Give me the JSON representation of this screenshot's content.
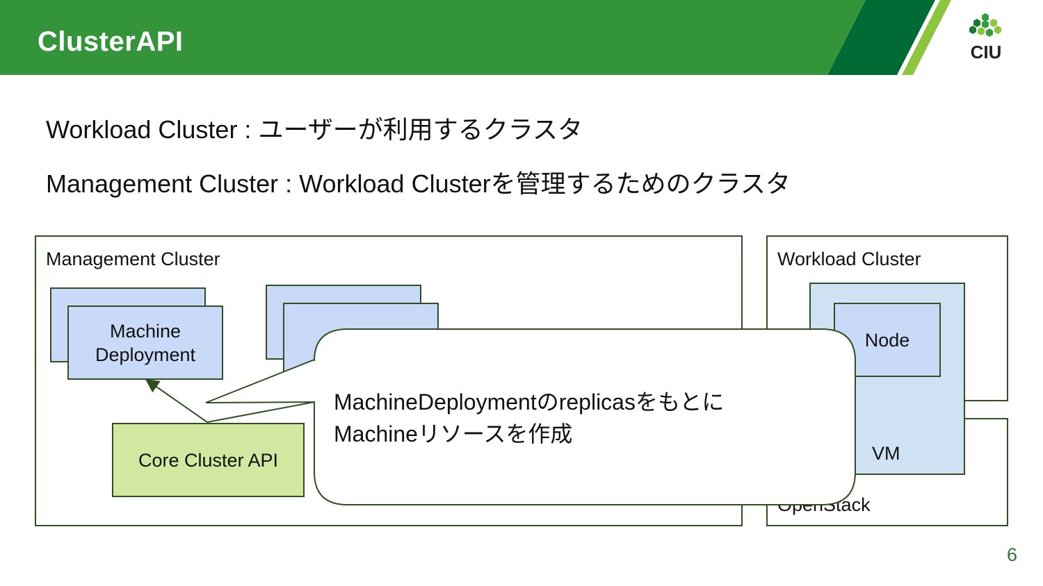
{
  "header": {
    "title": "ClusterAPI",
    "logo_text": "CIU"
  },
  "intro": {
    "workload_line": "Workload Cluster : ユーザーが利用するクラスタ",
    "management_line": "Management Cluster : Workload Clusterを管理するためのクラスタ"
  },
  "diagram": {
    "management_panel_label": "Management Cluster",
    "machine_deployment_label_1": "Machine",
    "machine_deployment_label_2": "Deployment",
    "core_cluster_api_label": "Core Cluster API",
    "workload_panel_label": "Workload Cluster",
    "node_label": "Node",
    "vm_label": "VM",
    "openstack_label": "OpenStack"
  },
  "callout": {
    "line1": "MachineDeploymentのreplicasをもとに",
    "line2": "Machineリソースを作成"
  },
  "footer": {
    "page_number": "6"
  },
  "colors": {
    "header_green": "#33943a",
    "header_dark": "#006b35",
    "header_light": "#8cc63f",
    "card_blue": "#c9daf8",
    "core_green": "#d0e8a0",
    "vm_blue": "#cfe2f3"
  }
}
